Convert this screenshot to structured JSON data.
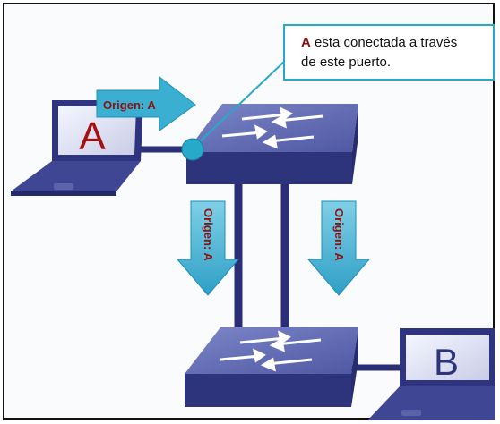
{
  "callout": {
    "highlight": "A",
    "text_line1": " esta conectada a través",
    "text_line2": "de este puerto."
  },
  "arrows": {
    "label_horizontal": "Origen: A",
    "label_left_vertical": "Origen: A",
    "label_right_vertical": "Origen: A"
  },
  "hosts": {
    "host_a_letter": "A",
    "host_b_letter": "B"
  },
  "colors": {
    "arrow_fill": "#3aafd2",
    "label_text": "#8b1212",
    "switch_top": "#5f6ab2",
    "switch_side": "#2e347c",
    "cable": "#2a2f78",
    "callout_border": "#27a9c9"
  }
}
